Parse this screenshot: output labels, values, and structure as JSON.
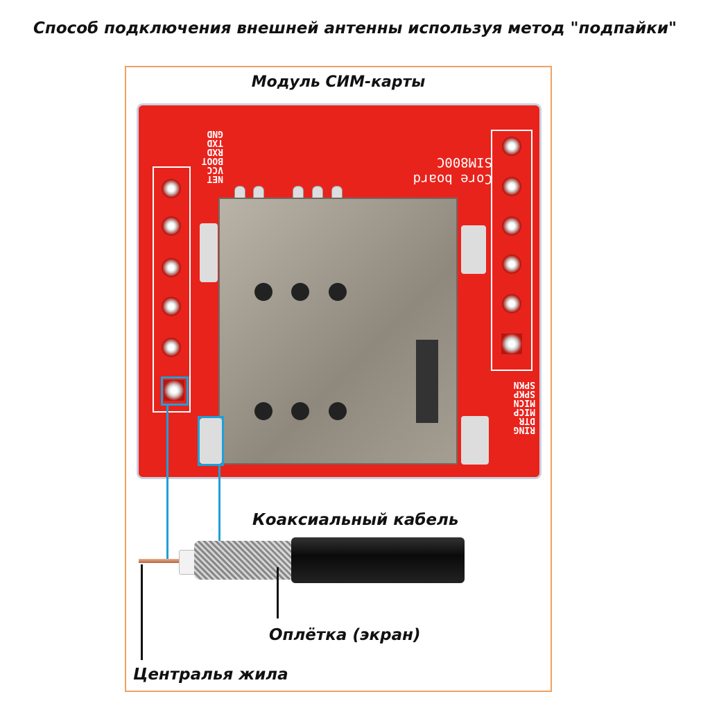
{
  "title": "Способ подключения внешней антенны используя метод \"подпайки\"",
  "module_label": "Модуль СИМ-карты",
  "board": {
    "name": "SIM800C",
    "subtitle": "Core board",
    "left_pins": [
      "NET",
      "VCC",
      "BOOT",
      "RXD",
      "TXD",
      "GND"
    ],
    "right_pins": [
      "RING",
      "DTR",
      "MICP",
      "MICN",
      "SPKP",
      "SPKN"
    ]
  },
  "labels": {
    "cable": "Коаксиальный кабель",
    "shield": "Оплётка (экран)",
    "core": "Централья жила"
  },
  "colors": {
    "highlight": "#1ea0d8",
    "frame": "#f0a060",
    "pcb": "#e8231c"
  }
}
